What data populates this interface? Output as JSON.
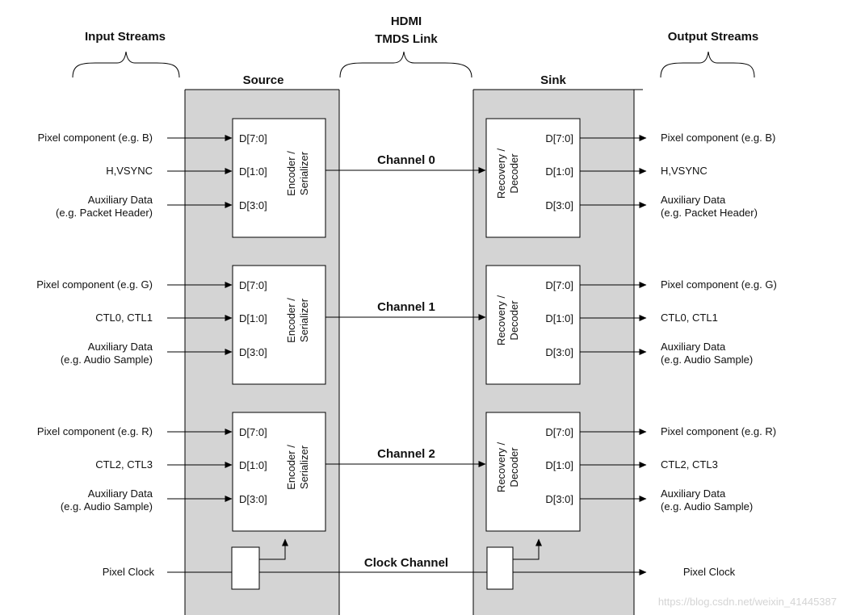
{
  "headers": {
    "input_streams": "Input Streams",
    "hdmi": "HDMI",
    "tmds_link": "TMDS Link",
    "output_streams": "Output Streams",
    "source": "Source",
    "sink": "Sink"
  },
  "encoder_label": [
    "Encoder /",
    "Serializer"
  ],
  "decoder_label": [
    "Recovery /",
    "Decoder"
  ],
  "channels": [
    {
      "name": "Channel 0",
      "inputs": [
        [
          "Pixel component (e.g. B)"
        ],
        [
          "H,VSYNC"
        ],
        [
          "Auxiliary Data",
          "(e.g. Packet Header)"
        ]
      ],
      "outputs": [
        [
          "Pixel component (e.g. B)"
        ],
        [
          "H,VSYNC"
        ],
        [
          "Auxiliary Data",
          "(e.g. Packet Header)"
        ]
      ],
      "ports": [
        "D[7:0]",
        "D[1:0]",
        "D[3:0]"
      ]
    },
    {
      "name": "Channel 1",
      "inputs": [
        [
          "Pixel component (e.g. G)"
        ],
        [
          "CTL0, CTL1"
        ],
        [
          "Auxiliary Data",
          "(e.g. Audio Sample)"
        ]
      ],
      "outputs": [
        [
          "Pixel component (e.g. G)"
        ],
        [
          "CTL0, CTL1"
        ],
        [
          "Auxiliary Data",
          "(e.g. Audio Sample)"
        ]
      ],
      "ports": [
        "D[7:0]",
        "D[1:0]",
        "D[3:0]"
      ]
    },
    {
      "name": "Channel 2",
      "inputs": [
        [
          "Pixel component (e.g. R)"
        ],
        [
          "CTL2, CTL3"
        ],
        [
          "Auxiliary Data",
          "(e.g. Audio Sample)"
        ]
      ],
      "outputs": [
        [
          "Pixel component (e.g. R)"
        ],
        [
          "CTL2, CTL3"
        ],
        [
          "Auxiliary Data",
          "(e.g. Audio Sample)"
        ]
      ],
      "ports": [
        "D[7:0]",
        "D[1:0]",
        "D[3:0]"
      ]
    }
  ],
  "clock": {
    "input": "Pixel Clock",
    "channel": "Clock Channel",
    "output": "Pixel Clock"
  },
  "watermark": "https://blog.csdn.net/weixin_41445387",
  "colors": {
    "panel": "#d4d4d4",
    "line": "#000000",
    "box": "#ffffff"
  }
}
